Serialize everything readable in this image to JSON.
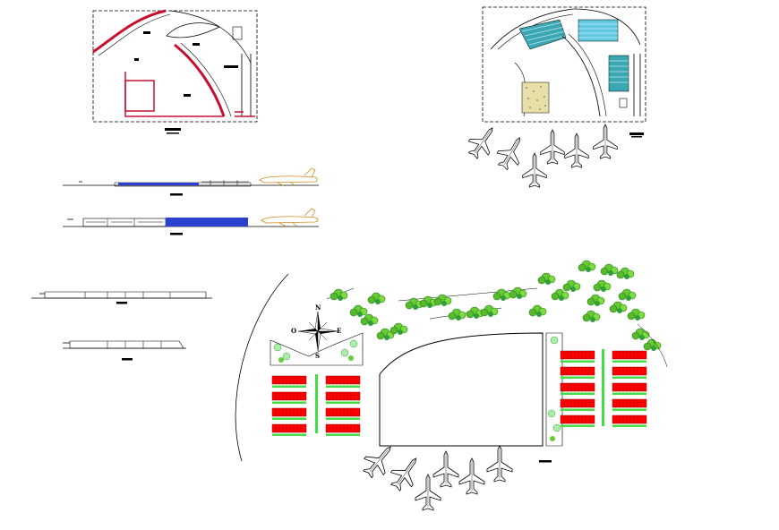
{
  "drawing": {
    "compass": {
      "north": "N",
      "south": "S",
      "east": "E",
      "west": "O"
    },
    "colors": {
      "line": "#000000",
      "wall_red": "#c8102e",
      "blue_fill": "#2b3fd1",
      "light_blue_fill": "#5fc8e0",
      "teal_fill": "#3aa7b4",
      "airplane_orange": "#d08a1c",
      "parking_red": "#ff0000",
      "hedge_green": "#44dd44",
      "tree_green": "#66cc33",
      "shrub_green": "#2e9f3a"
    },
    "icons": [
      "airplane-icon",
      "compass-rose-icon",
      "tree-cluster-icon"
    ]
  }
}
